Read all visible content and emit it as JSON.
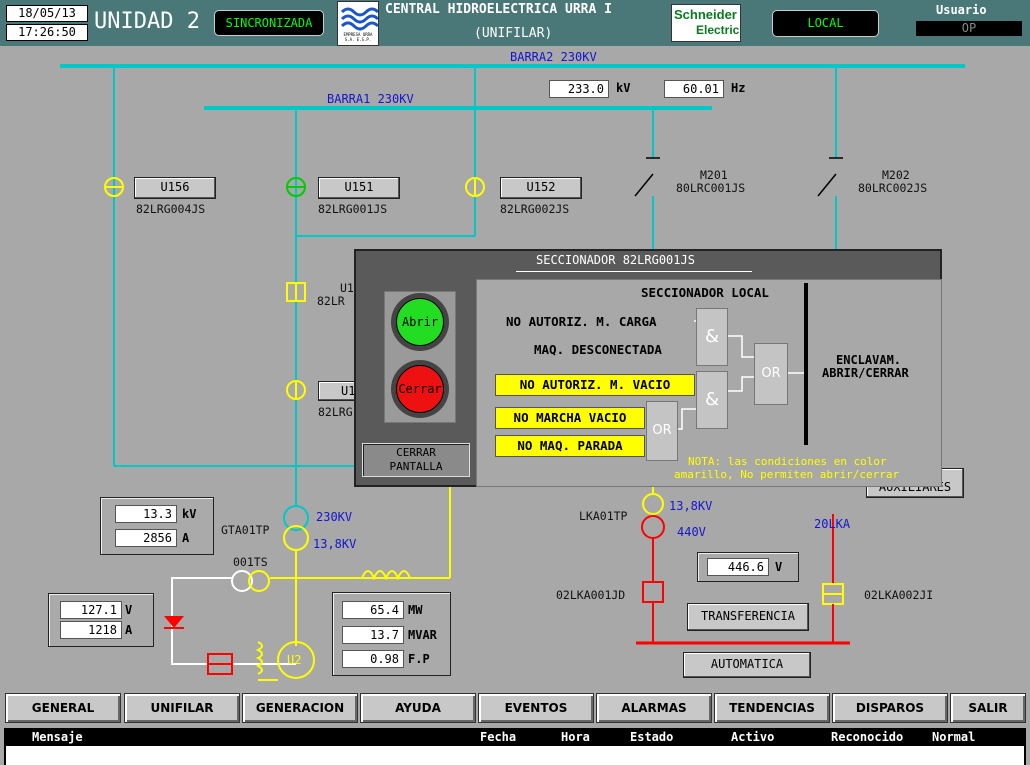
{
  "header": {
    "date": "18/05/13",
    "time": "17:26:50",
    "unit": "UNIDAD 2",
    "sync": "SINCRONIZADA",
    "logo_text": "EMPRESA URRA S.A. E.S.P.",
    "title1": "CENTRAL HIDROELECTRICA URRA I",
    "title2": "(UNIFILAR)",
    "brand1": "Schneider",
    "brand2": "Electric",
    "mode": "LOCAL",
    "user_label": "Usuario",
    "user_value": "OP"
  },
  "buses": {
    "barra2": "BARRA2  230KV",
    "barra1": "BARRA1  230KV"
  },
  "measure_top": {
    "kv": "233.0",
    "kv_unit": "kV",
    "hz": "60.01",
    "hz_unit": "Hz"
  },
  "switches": {
    "u156": "U156",
    "u156_code": "82LRG004JS",
    "u151": "U151",
    "u151_code": "82LRG001JS",
    "u152": "U152",
    "u152_code": "82LRG002JS",
    "m201": "M201",
    "m201_code": "80LRC001JS",
    "m202": "M202",
    "m202_code": "80LRC002JS",
    "u1a": "U1",
    "u1a_code": "82LR",
    "u1b": "U1",
    "u1b_code": "82LRG"
  },
  "left_meas": {
    "kv": "13.3",
    "kv_unit": "kV",
    "a": "2856",
    "a_unit": "A"
  },
  "gta": {
    "name": "GTA01TP",
    "hv": "230KV",
    "lv": "13,8KV"
  },
  "ts": "001TS",
  "aux_meas": {
    "v": "127.1",
    "v_unit": "V",
    "a": "1218",
    "a_unit": "A"
  },
  "gen_meas": {
    "mw": "65.4",
    "mw_unit": "MW",
    "mvar": "13.7",
    "mvar_unit": "MVAR",
    "fp": "0.98",
    "fp_unit": "F.P"
  },
  "gen_label": "U2",
  "lka": {
    "name": "LKA01TP",
    "hv": "13,8KV",
    "lv": "440V",
    "v": "446.6",
    "v_unit": "V",
    "l20": "20LKA",
    "sw1": "02LKA001JD",
    "sw2": "02LKA002JI",
    "transfer": "TRANSFERENCIA",
    "auto": "AUTOMATICA",
    "aux": "AUXILIARES"
  },
  "popup": {
    "title": "SECCIONADOR 82LRG001JS",
    "open": "Abrir",
    "close": "Cerrar",
    "close_screen1": "CERRAR",
    "close_screen2": "PANTALLA",
    "local": "SECCIONADOR LOCAL",
    "cond1": "NO AUTORIZ. M. CARGA",
    "cond2": "MAQ. DESCONECTADA",
    "cond3": "NO AUTORIZ. M. VACIO",
    "cond4": "NO MARCHA VACIO",
    "cond5": "NO MAQ. PARADA",
    "and": "&",
    "or": "OR",
    "enclav1": "ENCLAVAM.",
    "enclav2": "ABRIR/CERRAR",
    "note1": "NOTA: las condiciones en color",
    "note2": "amarillo, No permiten abrir/cerrar"
  },
  "nav": [
    "GENERAL",
    "UNIFILAR",
    "GENERACION",
    "AYUDA",
    "EVENTOS",
    "ALARMAS",
    "TENDENCIAS",
    "DISPAROS",
    "SALIR"
  ],
  "table_headers": [
    "Mensaje",
    "Fecha",
    "Hora",
    "Estado",
    "Activo",
    "Reconocido",
    "Normal"
  ]
}
